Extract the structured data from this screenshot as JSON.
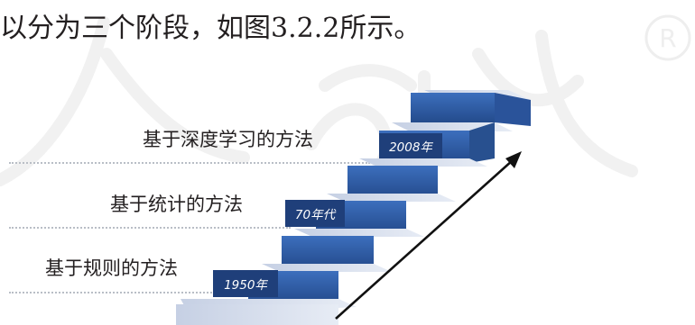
{
  "paragraph": {
    "text": "以分为三个阶段，如图3.2.2所示。"
  },
  "figure": {
    "stages": [
      {
        "label": "基于规则的方法",
        "year": "1950年"
      },
      {
        "label": "基于统计的方法",
        "year": "70年代"
      },
      {
        "label": "基于深度学习的方法",
        "year": "2008年"
      }
    ],
    "colors": {
      "step_front": "#2f5ea8",
      "step_top": "#c9d3e6",
      "arrow": "#111111"
    },
    "icons": {
      "arrow": "trend-arrow-icon",
      "registered": "registered-mark-icon"
    }
  }
}
